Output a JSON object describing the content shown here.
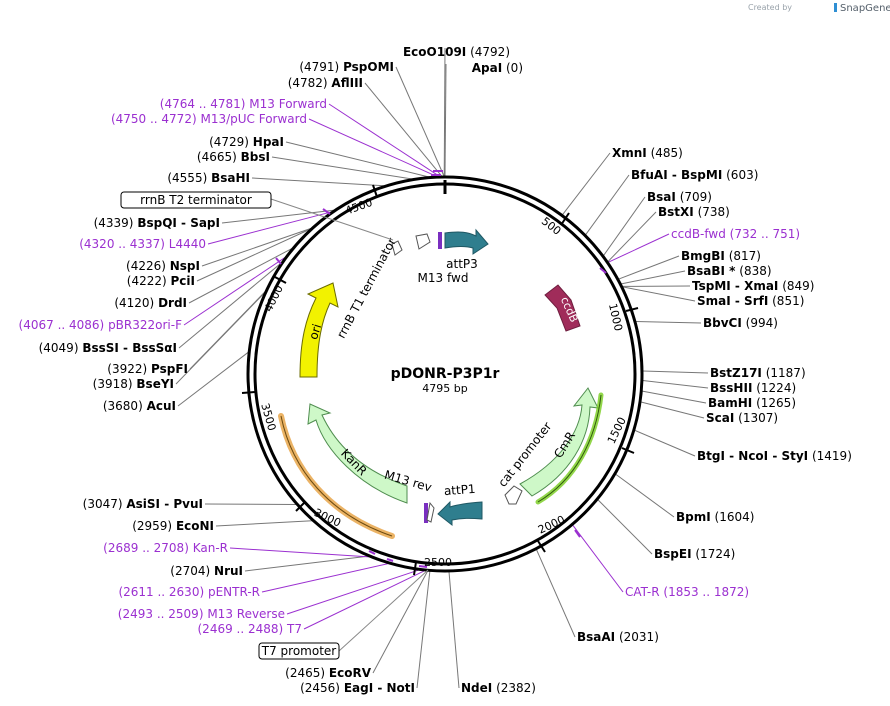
{
  "credit": {
    "created_by": "Created by",
    "brand": "SnapGene"
  },
  "plasmid": {
    "name": "pDONR-P3P1r",
    "size_label": "4795 bp",
    "length": 4795
  },
  "colors": {
    "primer": "#9b30d0",
    "attR_arrow": "#2f7e8e",
    "ccdB": "#a02c5a",
    "ori": "#f2f200",
    "marker": "#cef8c8",
    "promoter": "#ffffff",
    "highlight_kan": "#e8a64a",
    "highlight_cm": "#7fcf2a"
  },
  "ticks": [
    "500",
    "1000",
    "1500",
    "2000",
    "2500",
    "3000",
    "3500",
    "4000",
    "4500"
  ],
  "sites": [
    {
      "name": "EcoO109I",
      "pos": "(4792)",
      "bp": 4792
    },
    {
      "name": "ApaI",
      "pos": "(0)",
      "bp": 0
    },
    {
      "name": "PspOMI",
      "pos": "(4791)",
      "bp": 4791
    },
    {
      "name": "AflIII",
      "pos": "(4782)",
      "bp": 4782
    },
    {
      "name": "HpaI",
      "pos": "(4729)",
      "bp": 4729
    },
    {
      "name": "BbsI",
      "pos": "(4665)",
      "bp": 4665
    },
    {
      "name": "BsaHI",
      "pos": "(4555)",
      "bp": 4555
    },
    {
      "name": "BspQI  -  SapI",
      "pos": "(4339)",
      "bp": 4339
    },
    {
      "name": "NspI",
      "pos": "(4226)",
      "bp": 4226
    },
    {
      "name": "PciI",
      "pos": "(4222)",
      "bp": 4222
    },
    {
      "name": "DrdI",
      "pos": "(4120)",
      "bp": 4120
    },
    {
      "name": "BssSI  -  BssSαI",
      "pos": "(4049)",
      "bp": 4049
    },
    {
      "name": "PspFI",
      "pos": "(3922)",
      "bp": 3922
    },
    {
      "name": "BseYI",
      "pos": "(3918)",
      "bp": 3918
    },
    {
      "name": "AcuI",
      "pos": "(3680)",
      "bp": 3680
    },
    {
      "name": "AsiSI  -  PvuI",
      "pos": "(3047)",
      "bp": 3047
    },
    {
      "name": "EcoNI",
      "pos": "(2959)",
      "bp": 2959
    },
    {
      "name": "NruI",
      "pos": "(2704)",
      "bp": 2704
    },
    {
      "name": "EcoRV",
      "pos": "(2465)",
      "bp": 2465
    },
    {
      "name": "EagI  -  NotI",
      "pos": "(2456)",
      "bp": 2456
    },
    {
      "name": "NdeI",
      "pos": "(2382)",
      "bp": 2382
    },
    {
      "name": "BsaAI",
      "pos": "(2031)",
      "bp": 2031
    },
    {
      "name": "BspEI",
      "pos": "(1724)",
      "bp": 1724
    },
    {
      "name": "BpmI",
      "pos": "(1604)",
      "bp": 1604
    },
    {
      "name": "BtgI  -  NcoI  -  StyI",
      "pos": "(1419)",
      "bp": 1419
    },
    {
      "name": "ScaI",
      "pos": "(1307)",
      "bp": 1307
    },
    {
      "name": "BamHI",
      "pos": "(1265)",
      "bp": 1265
    },
    {
      "name": "BssHII",
      "pos": "(1224)",
      "bp": 1224
    },
    {
      "name": "BstZ17I",
      "pos": "(1187)",
      "bp": 1187
    },
    {
      "name": "BbvCI",
      "pos": "(994)",
      "bp": 994
    },
    {
      "name": "SmaI  -  SrfI",
      "pos": "(851)",
      "bp": 851
    },
    {
      "name": "TspMI  -  XmaI",
      "pos": "(849)",
      "bp": 849
    },
    {
      "name": "BsaBI *",
      "pos": "(838)",
      "bp": 838
    },
    {
      "name": "BmgBI",
      "pos": "(817)",
      "bp": 817
    },
    {
      "name": "BstXI",
      "pos": "(738)",
      "bp": 738
    },
    {
      "name": "BsaI",
      "pos": "(709)",
      "bp": 709
    },
    {
      "name": "BfuAI  -  BspMI",
      "pos": "(603)",
      "bp": 603
    },
    {
      "name": "XmnI",
      "pos": "(485)",
      "bp": 485
    }
  ],
  "primers": [
    {
      "name": "M13 Forward",
      "range": "(4764 .. 4781)",
      "bp": 4772
    },
    {
      "name": "M13/pUC Forward",
      "range": "(4750 .. 4772)",
      "bp": 4761
    },
    {
      "name": "L4440",
      "range": "(4320 .. 4337)",
      "bp": 4328
    },
    {
      "name": "pBR322ori-F",
      "range": "(4067 .. 4086)",
      "bp": 4076
    },
    {
      "name": "Kan-R",
      "range": "(2689 .. 2708)",
      "bp": 2698
    },
    {
      "name": "pENTR-R",
      "range": "(2611 .. 2630)",
      "bp": 2620
    },
    {
      "name": "M13 Reverse",
      "range": "(2493 .. 2509)",
      "bp": 2501
    },
    {
      "name": "T7",
      "range": "(2469 .. 2488)",
      "bp": 2478
    },
    {
      "name": "ccdB-fwd",
      "range": "(732 .. 751)",
      "bp": 741
    },
    {
      "name": "CAT-R",
      "range": "(1853 .. 1872)",
      "bp": 1862
    }
  ],
  "boxed_features": [
    {
      "name": "rrnB T2 terminator"
    },
    {
      "name": "T7 promoter"
    }
  ],
  "features": [
    {
      "name": "attP3"
    },
    {
      "name": "M13 fwd"
    },
    {
      "name": "ccdB"
    },
    {
      "name": "rrnB T1 terminator"
    },
    {
      "name": "ori"
    },
    {
      "name": "KanR"
    },
    {
      "name": "M13 rev"
    },
    {
      "name": "attP1"
    },
    {
      "name": "cat promoter"
    },
    {
      "name": "CmR"
    }
  ]
}
